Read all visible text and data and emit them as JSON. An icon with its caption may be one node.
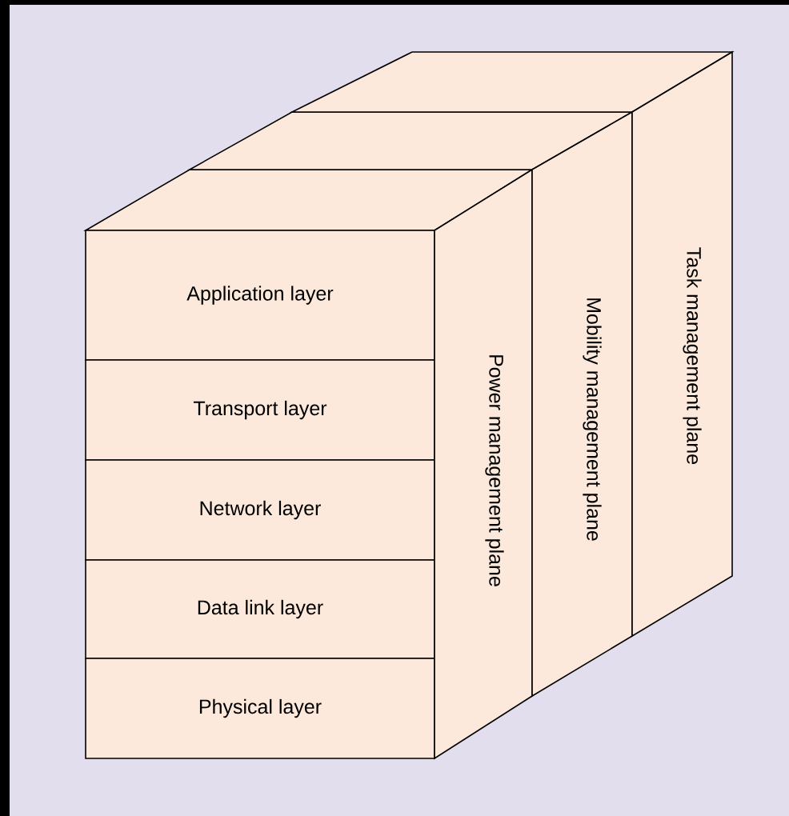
{
  "diagram": {
    "nodes": [
      {
        "text": [
          "Application layer"
        ]
      },
      {
        "text": [
          "Transport layer"
        ]
      },
      {
        "text": [
          "Network layer"
        ]
      },
      {
        "text": [
          "Data link layer"
        ]
      },
      {
        "text": [
          "Physical layer"
        ]
      },
      {
        "text": [
          "Power management plane"
        ]
      },
      {
        "text": [
          "Mobility management plane"
        ]
      },
      {
        "text": [
          "Task management plane"
        ]
      }
    ]
  }
}
